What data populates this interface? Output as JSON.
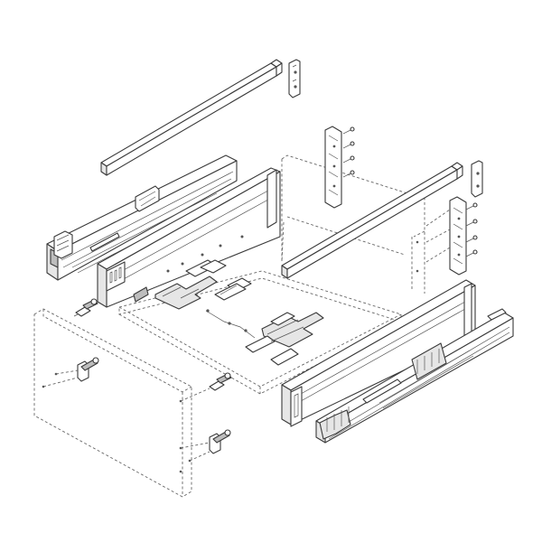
{
  "diagram": {
    "kind": "exploded-assembly",
    "parts": [
      {
        "name": "rear-gallery-rail-left"
      },
      {
        "name": "rear-gallery-rail-right"
      },
      {
        "name": "drawer-side-left"
      },
      {
        "name": "drawer-side-right"
      },
      {
        "name": "runner-left"
      },
      {
        "name": "runner-right"
      },
      {
        "name": "rear-bracket-left"
      },
      {
        "name": "rear-bracket-right"
      },
      {
        "name": "front-fixing-left"
      },
      {
        "name": "front-fixing-right"
      },
      {
        "name": "drawer-bottom"
      },
      {
        "name": "drawer-back"
      },
      {
        "name": "cabinet-carcass"
      },
      {
        "name": "front-panel"
      },
      {
        "name": "locking-devices"
      }
    ]
  }
}
